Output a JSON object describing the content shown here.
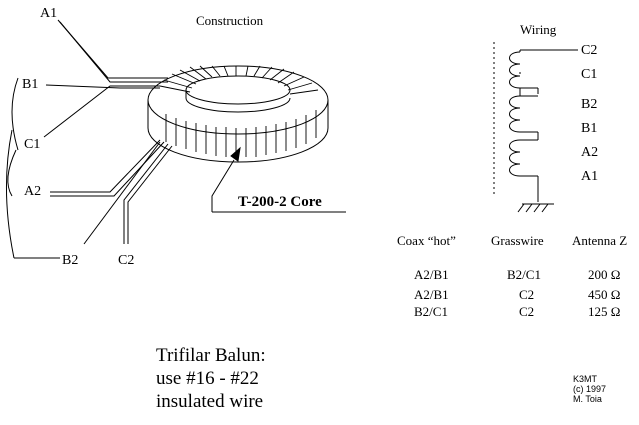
{
  "construction": {
    "title": "Construction",
    "core_label": "T-200-2 Core",
    "wire_labels": {
      "a1": "A1",
      "b1": "B1",
      "c1": "C1",
      "a2": "A2",
      "b2": "B2",
      "c2": "C2"
    }
  },
  "wiring": {
    "title": "Wiring",
    "taps": [
      "C2",
      "C1",
      "B2",
      "B1",
      "A2",
      "A1"
    ]
  },
  "table": {
    "headers": [
      "Coax “hot”",
      "Grasswire",
      "Antenna Z"
    ],
    "rows": [
      [
        "A2/B1",
        "B2/C1",
        "200 Ω"
      ],
      [
        "A2/B1",
        "C2",
        "450 Ω"
      ],
      [
        "B2/C1",
        "C2",
        "125 Ω"
      ]
    ]
  },
  "title_block": [
    "Trifilar Balun:",
    "use #16 - #22",
    "insulated wire"
  ],
  "credit": [
    "K3MT",
    "(c) 1997",
    "M. Toia"
  ]
}
